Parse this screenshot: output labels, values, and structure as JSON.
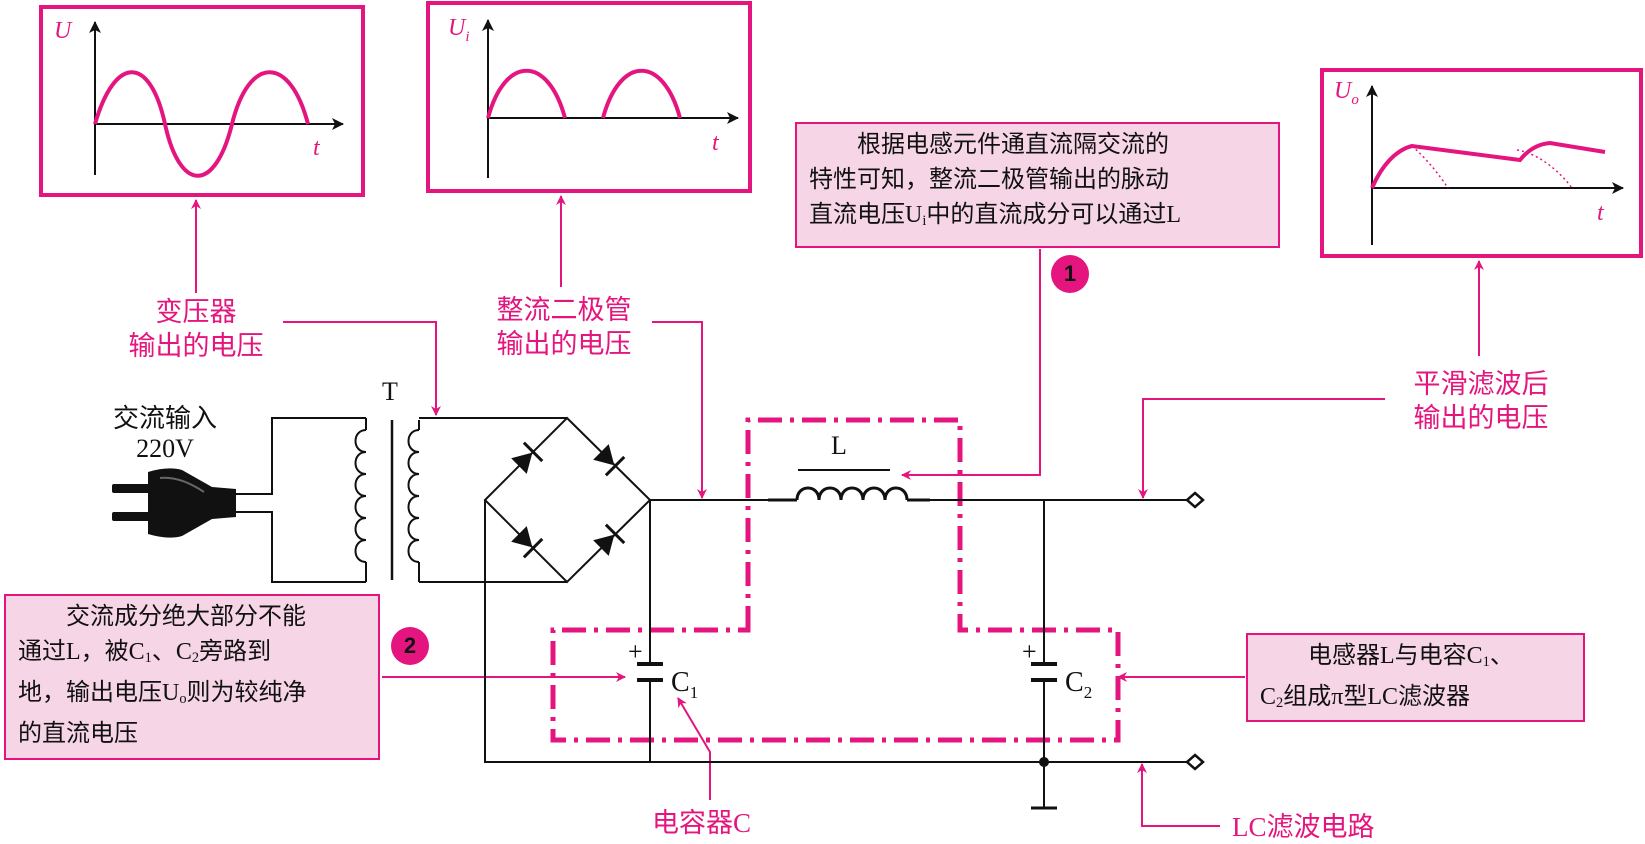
{
  "graphs": {
    "transformer_wave": {
      "y_label": "U",
      "x_label": "t"
    },
    "rectified_wave": {
      "y_label": "U",
      "y_label_sub": "i",
      "x_label": "t"
    },
    "smoothed_wave": {
      "y_label": "U",
      "y_label_sub": "o",
      "x_label": "t"
    }
  },
  "labels": {
    "transformer_output": [
      "变压器",
      "输出的电压"
    ],
    "rectifier_output": [
      "整流二极管",
      "输出的电压"
    ],
    "smoothed_output": [
      "平滑滤波后",
      "输出的电压"
    ],
    "capacitor_c": "电容器C",
    "lc_filter_circuit": "LC滤波电路"
  },
  "circuit": {
    "ac_input": "交流输入",
    "ac_voltage": "220V",
    "transformer_letter": "T",
    "inductor_letter": "L",
    "c1_main": "C",
    "c1_sub": "1",
    "c2_main": "C",
    "c2_sub": "2",
    "plus": "+"
  },
  "notes": {
    "note1": {
      "badge": "1",
      "line1": "根据电感元件通直流隔交流的",
      "line2": "特性可知，整流二极管输出的脉动",
      "line3_a": "直流电压U",
      "line3_sub": "i",
      "line3_b": "中的直流成分可以通过L"
    },
    "note2": {
      "badge": "2",
      "line1": "交流成分绝大部分不能",
      "line2_a": "通过L，被C",
      "line2_sub1": "1",
      "line2_b": "、C",
      "line2_sub2": "2",
      "line2_c": "旁路到",
      "line3_a": "地，输出电压U",
      "line3_sub": "o",
      "line3_b": "则为较纯净",
      "line4": "的直流电压"
    },
    "note3": {
      "line1_a": "电感器L与电容C",
      "line1_sub": "1",
      "line1_b": "、",
      "line2_a": "C",
      "line2_sub": "2",
      "line2_b": "组成π型LC滤波器"
    }
  },
  "colors": {
    "accent": "#e4157e",
    "note_fill": "#f6d6e6",
    "ink": "#111111"
  }
}
